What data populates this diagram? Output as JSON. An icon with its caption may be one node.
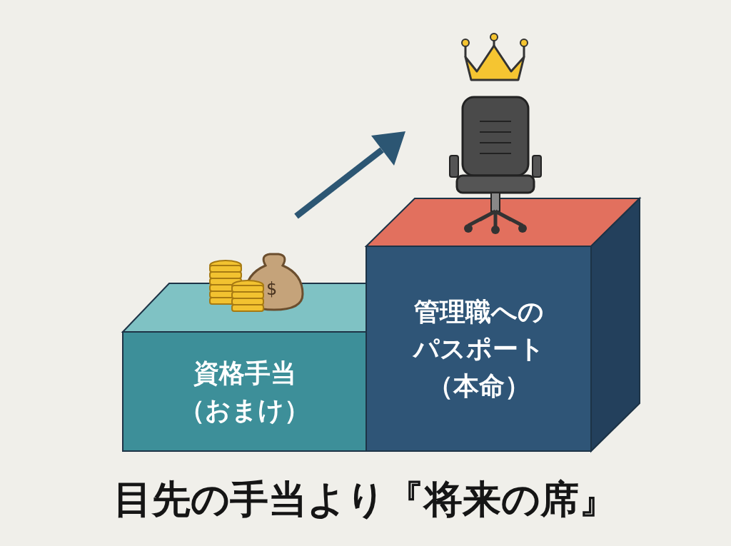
{
  "diagram": {
    "title": "目先の手当より『将来の席』",
    "nodes": [
      {
        "text": [
          "資格手当（おまけ）"
        ]
      },
      {
        "text": [
          "管理職へのパスポート（本命）"
        ]
      }
    ],
    "labels": [
      "$"
    ]
  }
}
